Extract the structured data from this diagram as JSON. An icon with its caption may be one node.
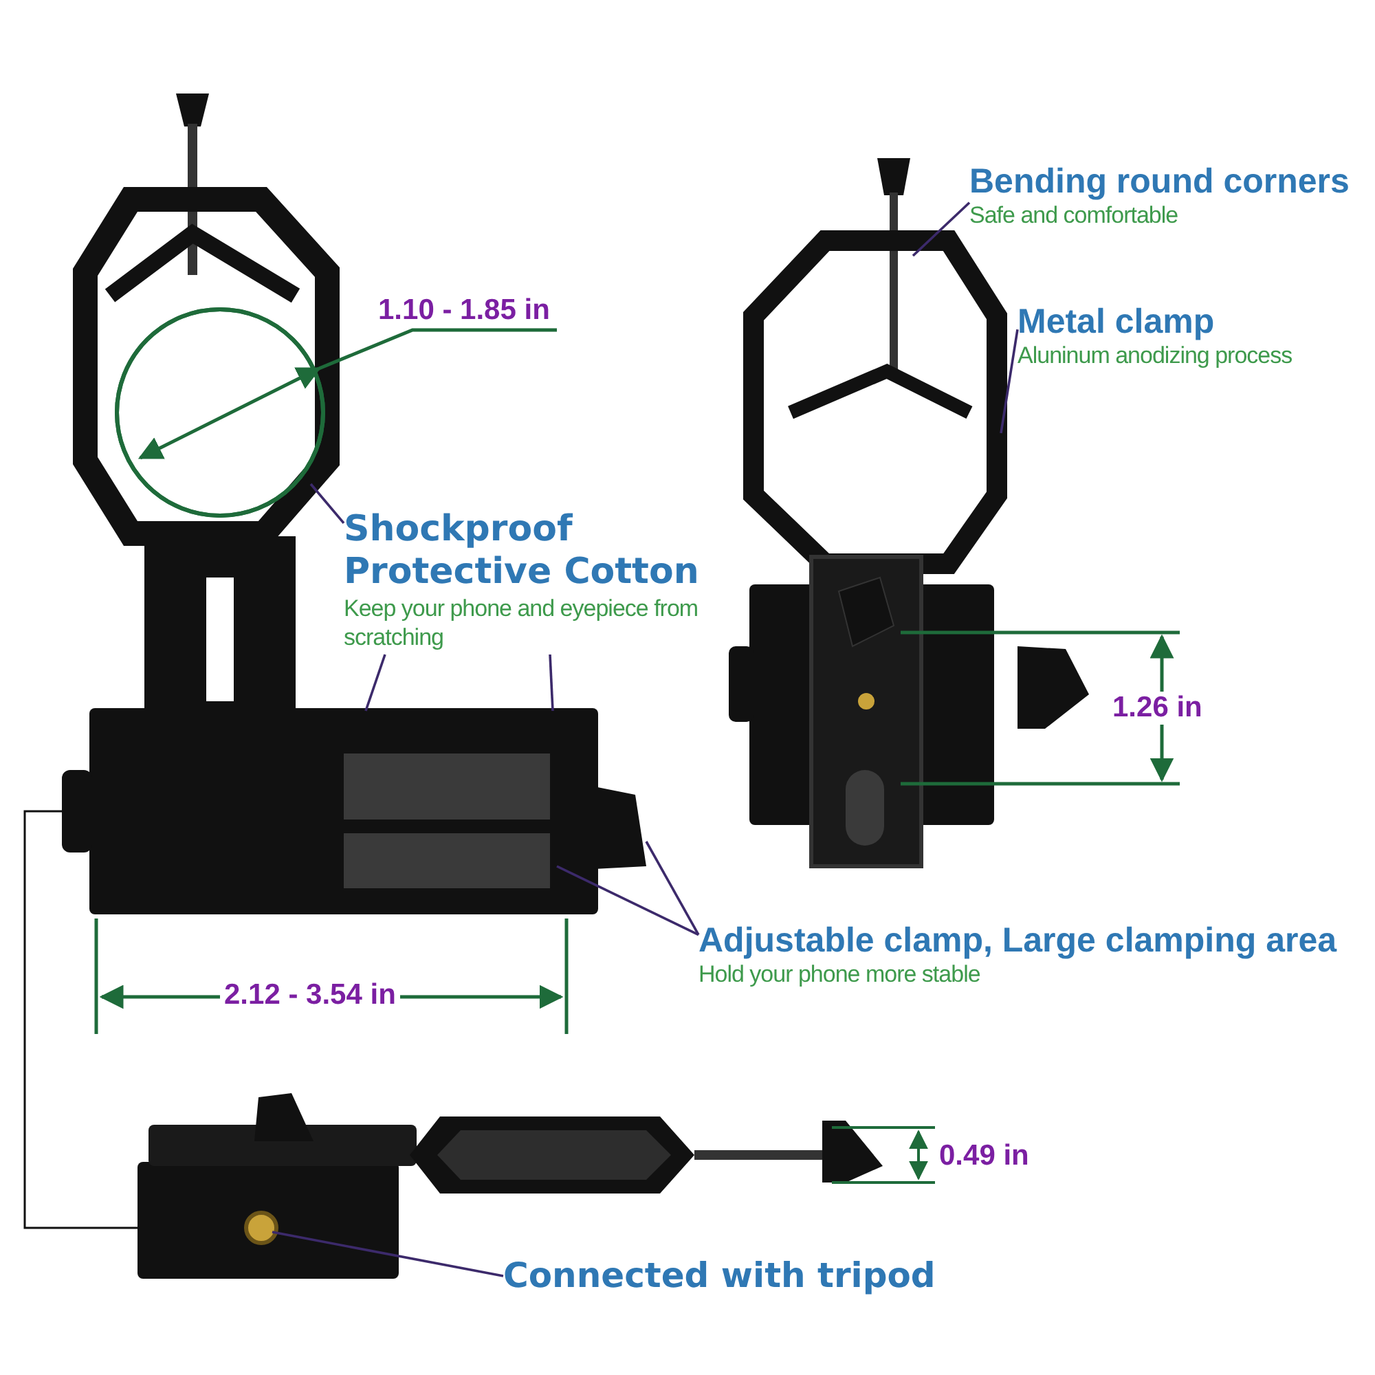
{
  "diagram": {
    "nodes": [
      {
        "text": [
          "Bending round corners",
          "Safe and comfortable"
        ]
      },
      {
        "text": [
          "Metal clamp",
          "Aluninum anodizing process"
        ]
      },
      {
        "text": [
          "Shockproof Protective Cotton",
          "Keep your phone and eyepiece from scratching"
        ]
      },
      {
        "text": [
          "Adjustable clamp, Large clamping area",
          "Hold your phone more stable"
        ]
      },
      {
        "text": [
          "Connected with tripod"
        ]
      }
    ],
    "edges": [
      {
        "from": 0,
        "to": null,
        "arrow": "none"
      },
      {
        "from": 1,
        "to": null,
        "arrow": "none"
      },
      {
        "from": 2,
        "to": null,
        "arrow": "none"
      },
      {
        "from": 2,
        "to": null,
        "arrow": "none"
      },
      {
        "from": 2,
        "to": null,
        "arrow": "none"
      },
      {
        "from": 3,
        "to": null,
        "arrow": "none"
      },
      {
        "from": 3,
        "to": null,
        "arrow": "none"
      },
      {
        "from": 4,
        "to": null,
        "arrow": "none"
      }
    ],
    "labels": [
      "1.10 - 1.85 in",
      "1.26 in",
      "2.12 - 3.54 in",
      "0.49 in"
    ]
  }
}
